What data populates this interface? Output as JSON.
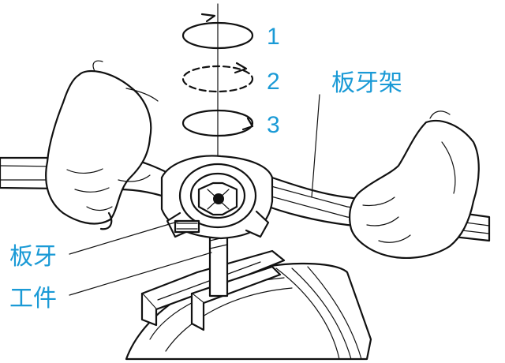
{
  "diagram": {
    "steps": [
      "1",
      "2",
      "3"
    ],
    "labels": {
      "die_holder": "板牙架",
      "die": "板牙",
      "workpiece": "工件"
    },
    "colors": {
      "label": "#1a9ad6",
      "line": "#111111"
    }
  }
}
